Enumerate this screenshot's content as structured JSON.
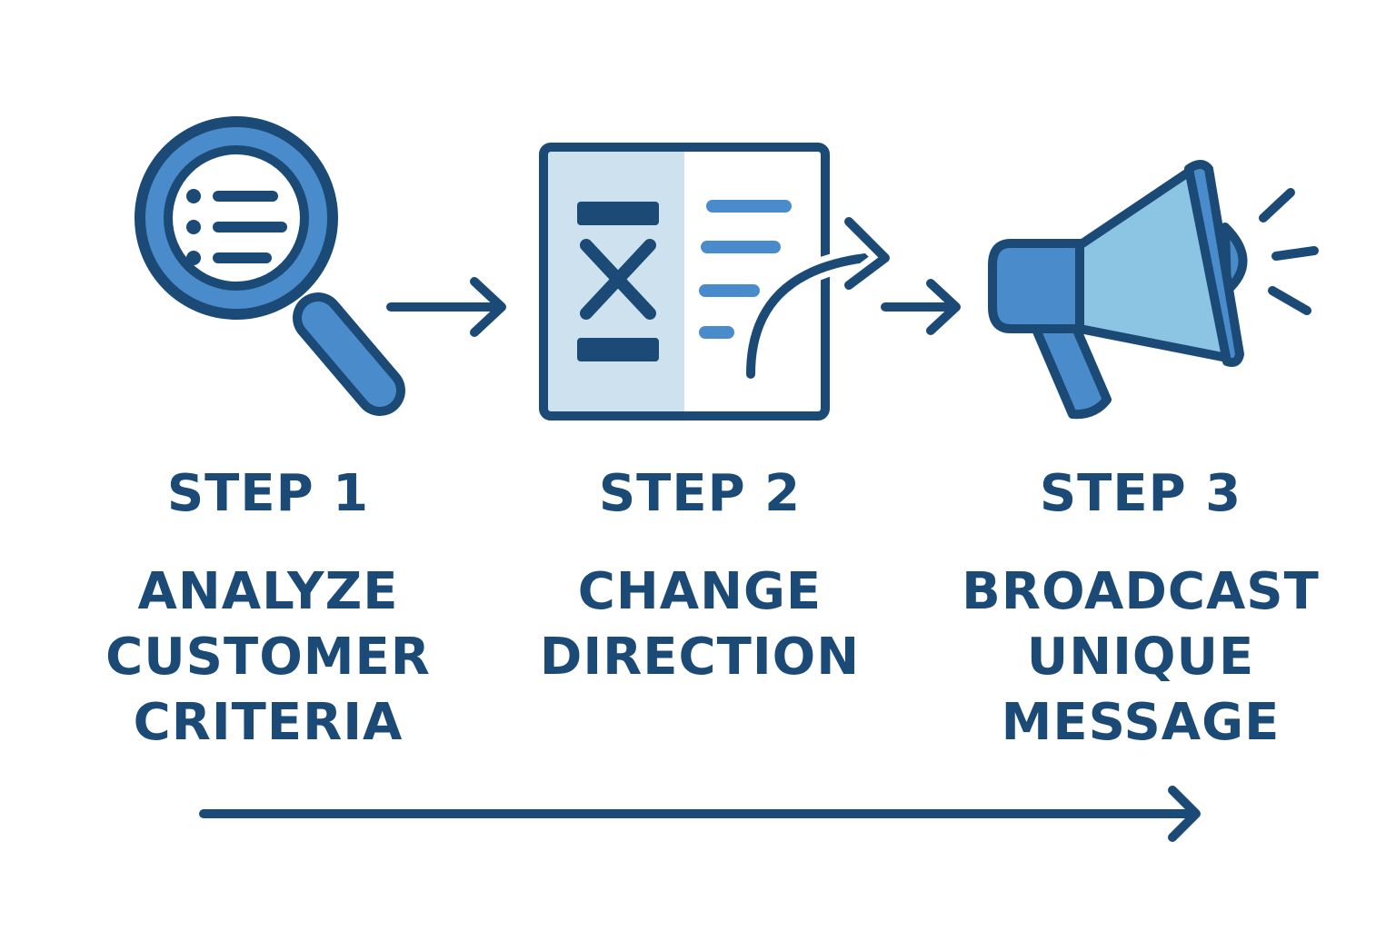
{
  "steps": [
    {
      "label": "STEP 1",
      "title_lines": [
        "ANALYZE",
        "CUSTOMER",
        "CRITERIA"
      ],
      "icon": "magnifying-glass-list-icon"
    },
    {
      "label": "STEP 2",
      "title_lines": [
        "CHANGE",
        "DIRECTION"
      ],
      "icon": "document-change-direction-icon"
    },
    {
      "label": "STEP 3",
      "title_lines": [
        "BROADCAST",
        "UNIQUE",
        "MESSAGE"
      ],
      "icon": "megaphone-icon"
    }
  ],
  "colors": {
    "dark_blue": "#1b4a77",
    "mid_blue": "#4a8ccb",
    "light_blue": "#8cc4e4",
    "pale_blue": "#cde2ee",
    "background": "#ffffff"
  }
}
